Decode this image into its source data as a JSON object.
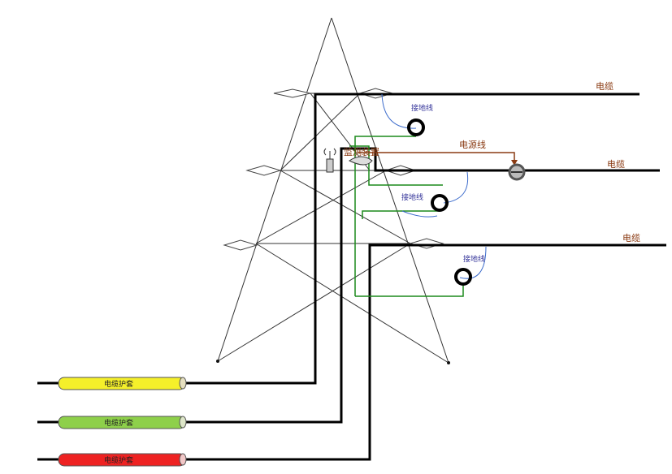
{
  "labels": {
    "cable_1": "电缆",
    "cable_2": "电缆",
    "cable_3": "电缆",
    "ground_1": "接地线",
    "ground_2": "接地线",
    "ground_3": "接地线",
    "power_line": "电源线",
    "monitor_device": "监测装置",
    "sheath_1": "电缆护套",
    "sheath_2": "电缆护套",
    "sheath_3": "电缆护套"
  },
  "colors": {
    "sheath_yellow": "#f5f02a",
    "sheath_green": "#8ed04a",
    "sheath_red": "#ee2222",
    "ground_wire": "#1c8a1c",
    "power_wire": "#8a3a12",
    "cable": "#000000",
    "tower": "#333333",
    "ground_arc": "#3a6acb"
  },
  "icons": {
    "antenna": "antenna-icon",
    "sensor": "ring-sensor-icon"
  }
}
